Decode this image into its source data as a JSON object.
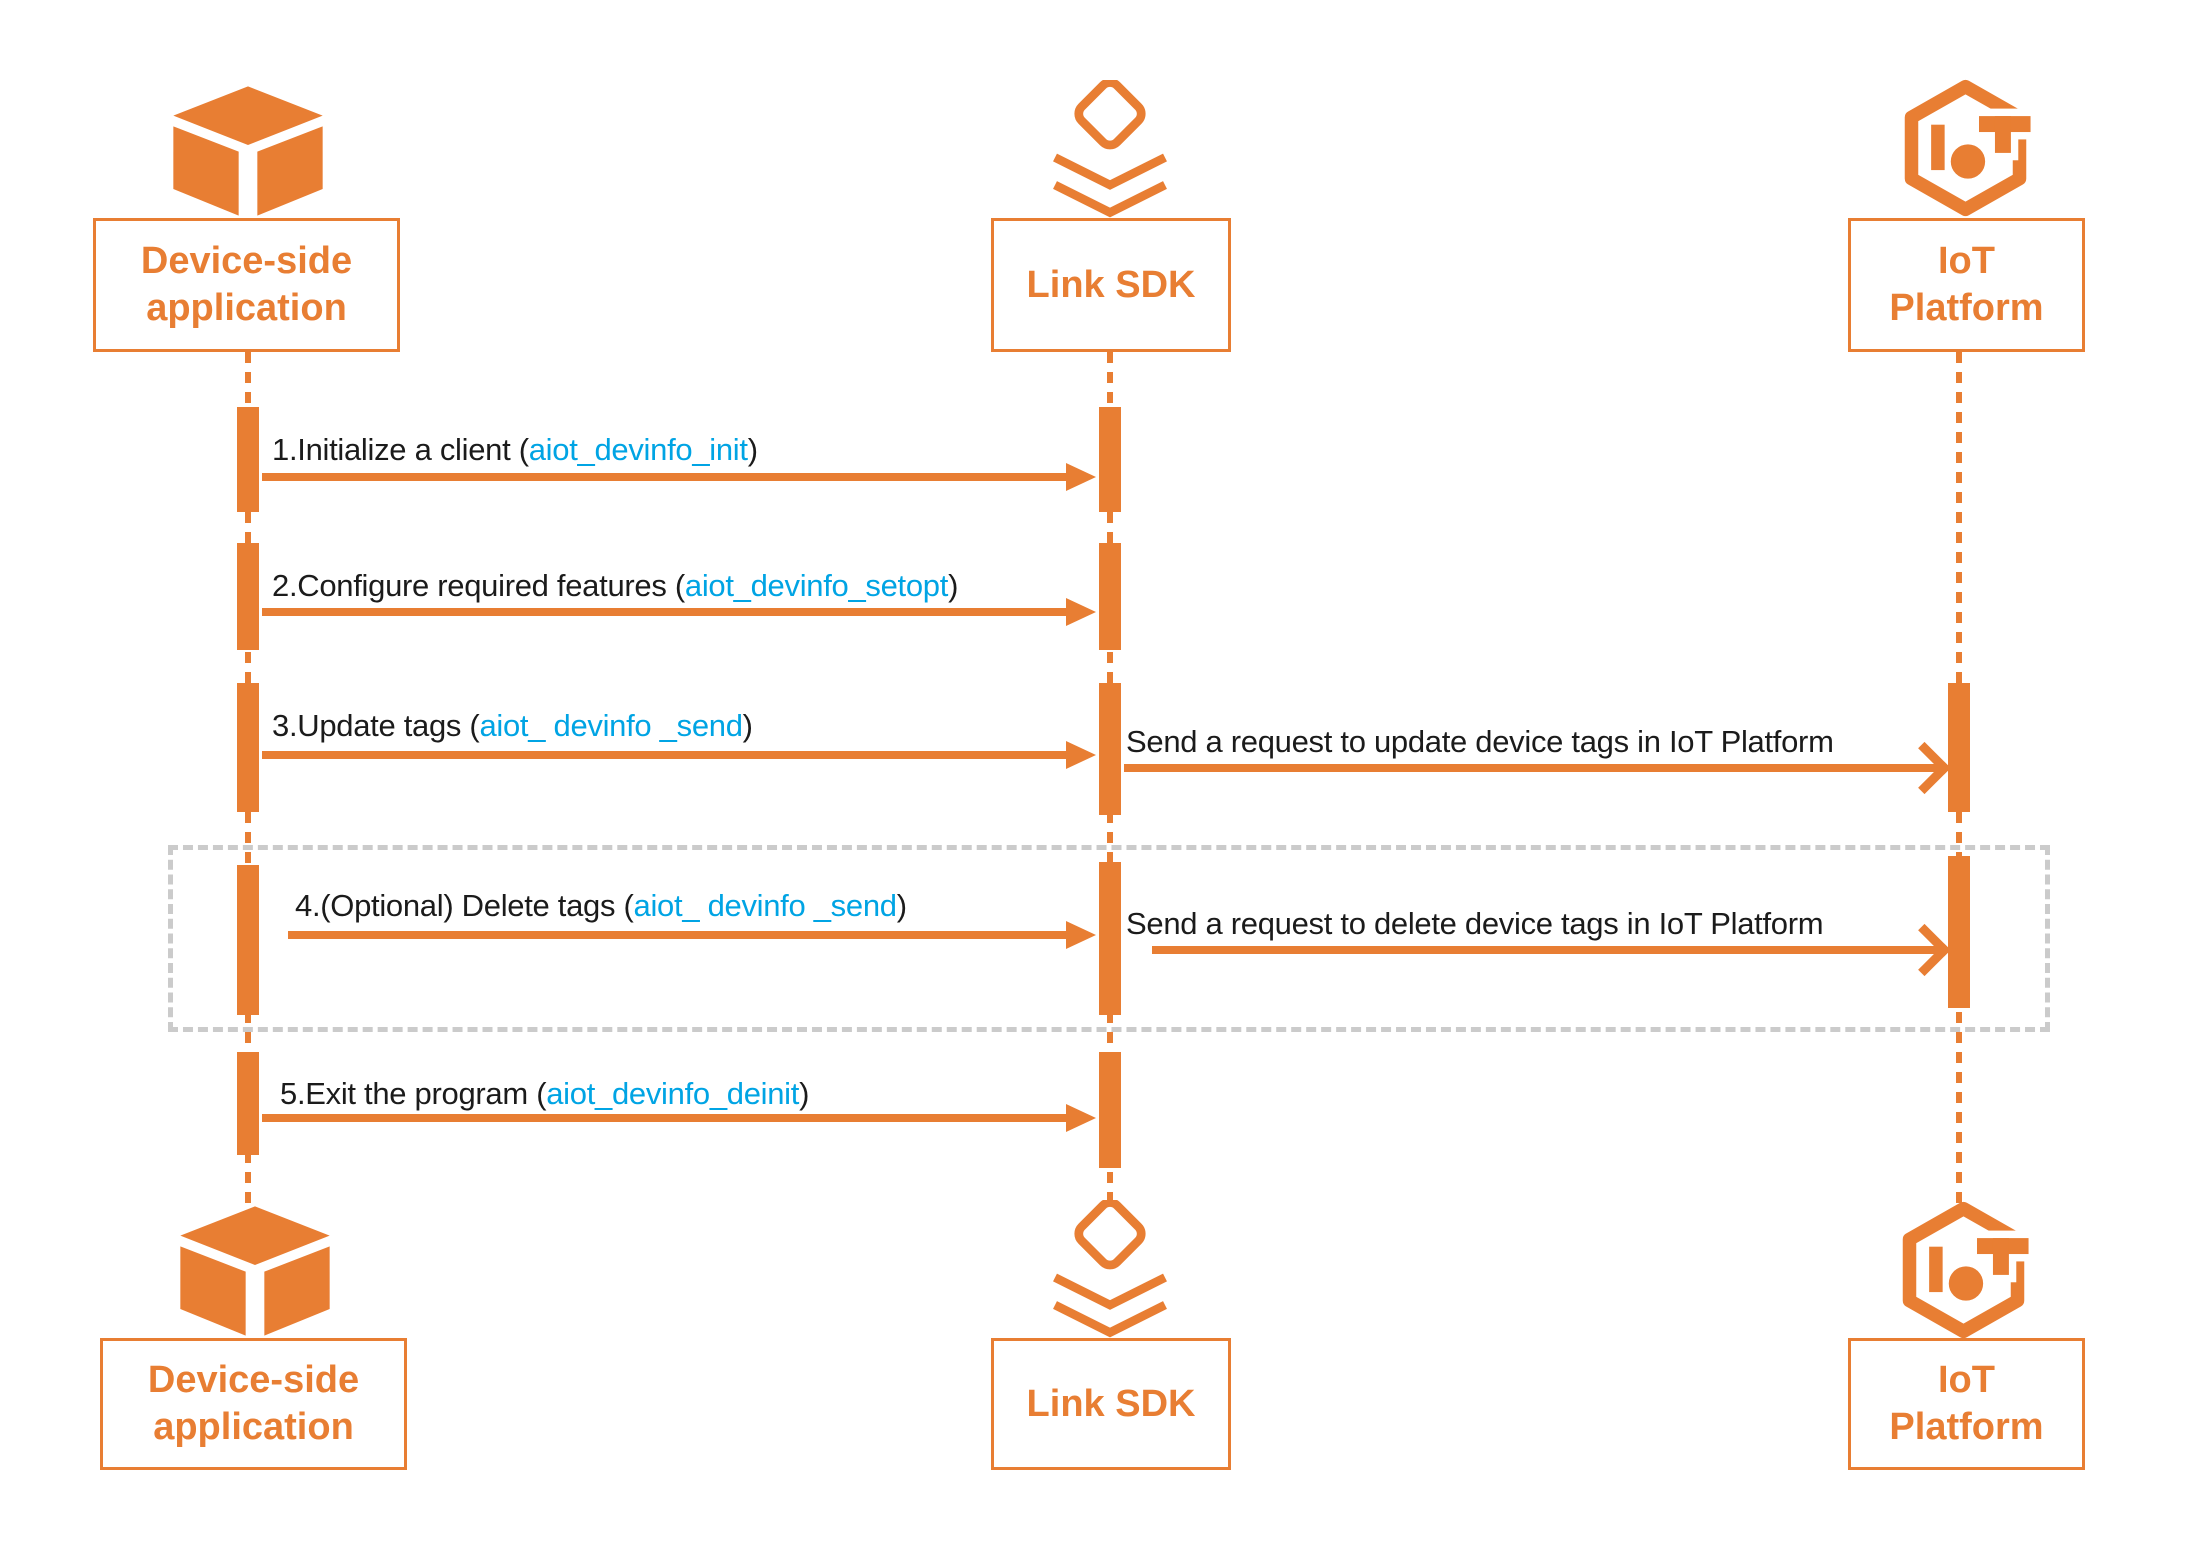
{
  "diagram_type": "sequence-diagram",
  "colors": {
    "accent_orange": "#E87E33",
    "link_blue": "#00A4E4",
    "message_text": "#1B1B1B",
    "optional_box_gray": "#CBCBCB"
  },
  "actors": {
    "device": {
      "line1": "Device-side",
      "line2": "application",
      "icon": "cube-icon"
    },
    "sdk": {
      "label": "Link SDK",
      "icon": "layers-icon"
    },
    "iot": {
      "line1": "IoT",
      "line2": "Platform",
      "icon": "iot-hexagon-icon"
    }
  },
  "messages": {
    "m1": {
      "text": "1.Initialize a client (",
      "link": "aiot_devinfo_init",
      "close": ")"
    },
    "m2": {
      "text": "2.Configure required features (",
      "link": "aiot_devinfo_setopt",
      "close": ")"
    },
    "m3": {
      "text": "3.Update tags (",
      "link": "aiot_ devinfo _send",
      "close": ")"
    },
    "m3b": {
      "text": "Send a request to update device tags in IoT Platform"
    },
    "m4": {
      "text": "4.(Optional) Delete tags (",
      "link": "aiot_ devinfo _send",
      "close": ")"
    },
    "m4b": {
      "text": "Send a request to delete device tags in IoT Platform"
    },
    "m5": {
      "text": "5.Exit the program (",
      "link": "aiot_devinfo_deinit",
      "close": ")"
    }
  }
}
